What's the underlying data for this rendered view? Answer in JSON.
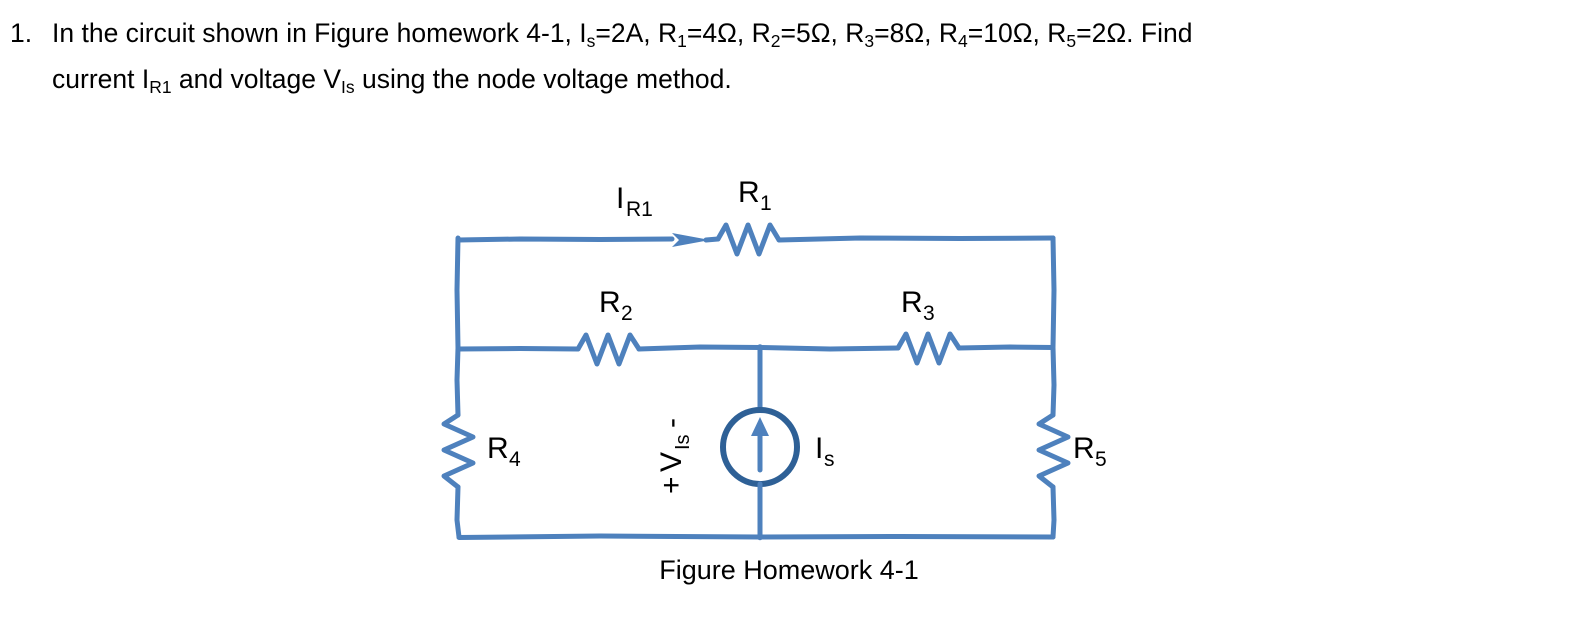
{
  "problem": {
    "number": "1.",
    "line1_parts": {
      "t1": "In the circuit shown in Figure homework 4-1, I",
      "s1": "s",
      "t2": "=2A, R",
      "s2": "1",
      "t3": "=4Ω, R",
      "s3": "2",
      "t4": "=5Ω, R",
      "s4": "3",
      "t5": "=8Ω, R",
      "s5": "4",
      "t6": "=10Ω, R",
      "s6": "5",
      "t7": "=2Ω. Find"
    },
    "line2_parts": {
      "t1": "current I",
      "s1": "R1",
      "t2": " and voltage V",
      "s2": "Is",
      "t3": " using the node voltage method."
    }
  },
  "figure": {
    "caption": "Figure Homework 4-1",
    "wire_color": "#4E81BD",
    "labels": {
      "i_r1": {
        "base": "I",
        "sub": "R1"
      },
      "r1": {
        "base": "R",
        "sub": "1"
      },
      "r2": {
        "base": "R",
        "sub": "2"
      },
      "r3": {
        "base": "R",
        "sub": "3"
      },
      "r4": {
        "base": "R",
        "sub": "4"
      },
      "r5": {
        "base": "R",
        "sub": "5"
      },
      "is": {
        "base": "I",
        "sub": "s"
      },
      "v_is": {
        "plus": "+",
        "base": "V",
        "sub": "Is",
        "minus": "-"
      }
    }
  }
}
